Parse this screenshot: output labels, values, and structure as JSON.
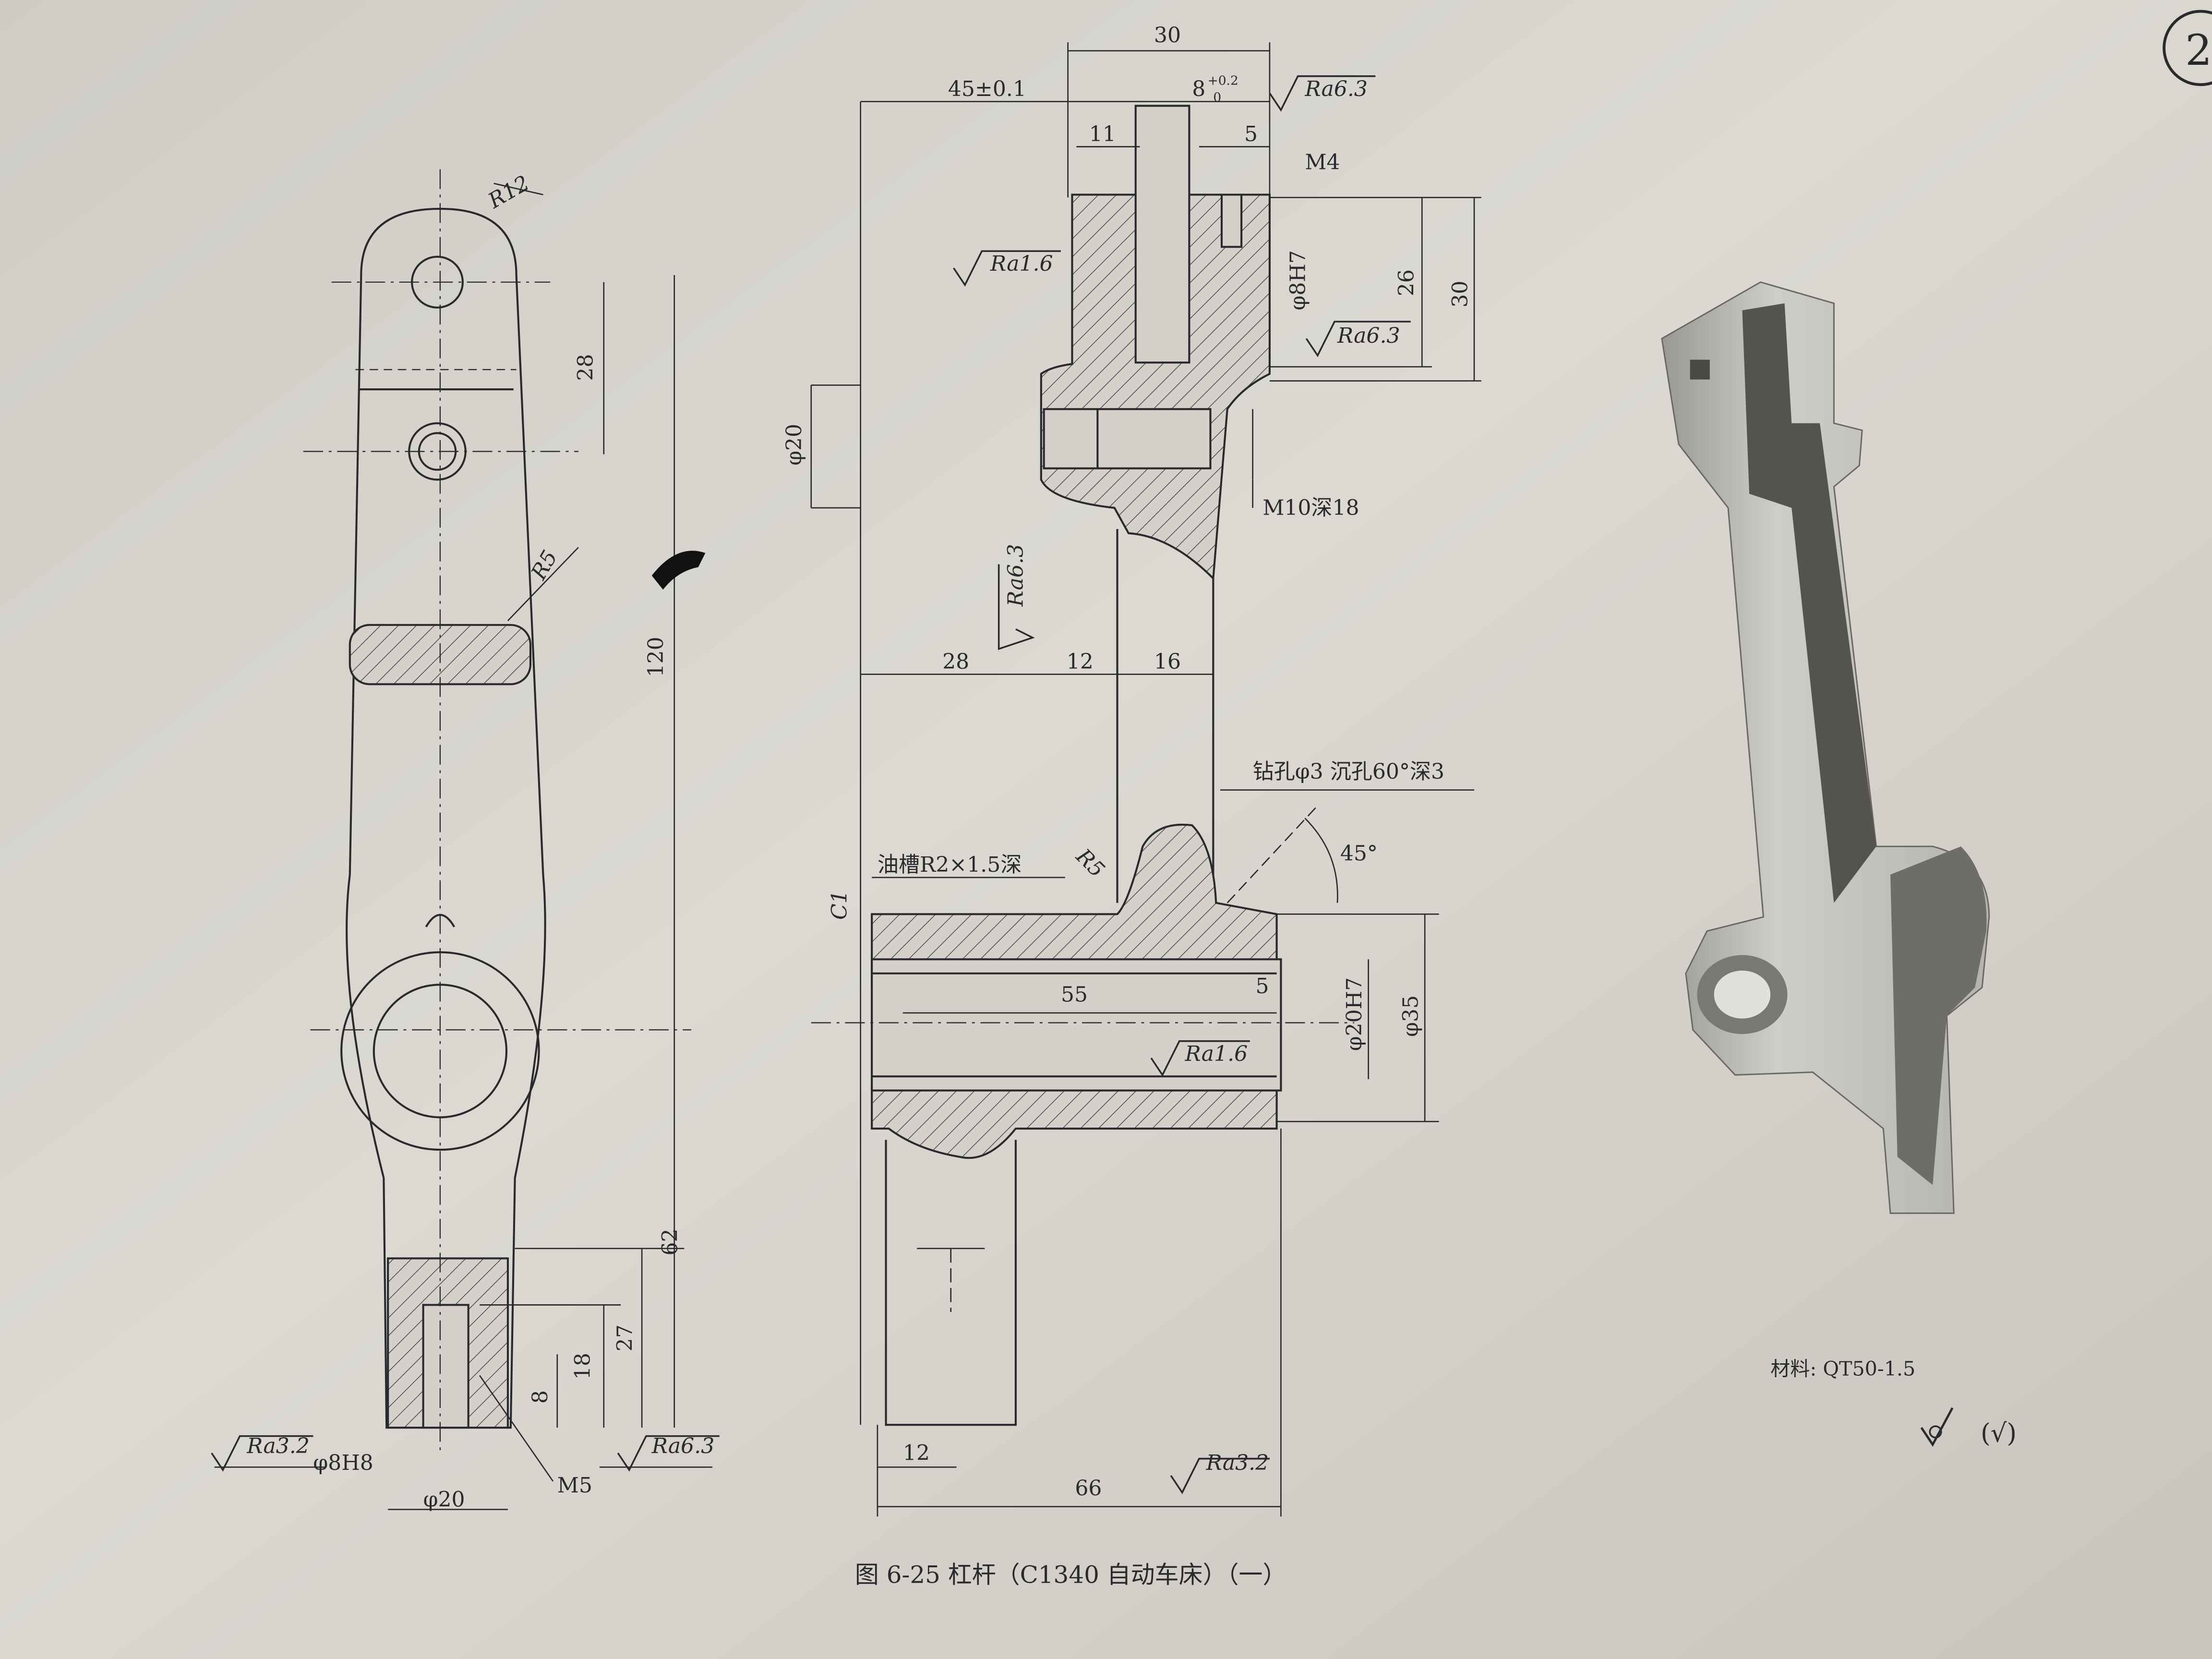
{
  "caption": "图 6-25   杠杆（C1340 自动车床）（一）",
  "page_number_mark": "2",
  "material": "材料: QT50-1.5",
  "surface_default": "(√)",
  "front_view": {
    "radius_top": "R12",
    "radius_slot": "R5",
    "dim_28": "28",
    "dim_120": "120",
    "dim_62": "62",
    "dim_27": "27",
    "dim_18": "18",
    "dim_8": "8",
    "dim_phi20": "φ20",
    "hole_phi8h8": "φ8H8",
    "thread_m5": "M5",
    "ra_left": "Ra3.2",
    "ra_bottom": "Ra6.3"
  },
  "section_view": {
    "dim_30": "30",
    "dim_45": "45±0.1",
    "dim_8tol": "8",
    "dim_8tol_sup": "+0.2",
    "dim_8tol_sub": "0",
    "dim_11": "11",
    "dim_5_top": "5",
    "thread_m4": "M4",
    "ra_top": "Ra6.3",
    "ra_slot": "Ra1.6",
    "hole_phi8h7": "φ8H7",
    "ra_mid": "Ra6.3",
    "dim_26": "26",
    "dim_30_right": "30",
    "dim_phi20": "φ20",
    "thread_m10": "M10深18",
    "ra_web": "Ra6.3",
    "dim_28": "28",
    "dim_12": "12",
    "dim_16": "16",
    "drill_note": "钻孔φ3 沉孔60°深3",
    "angle_45": "45°",
    "groove_note": "油槽R2×1.5深",
    "radius_r5": "R5",
    "chamfer_c1": "C1",
    "dim_55": "55",
    "dim_5_bore": "5",
    "bore_phi20h7": "φ20H7",
    "dim_phi35": "φ35",
    "ra_bore": "Ra1.6",
    "dim_12_bottom": "12",
    "dim_66": "66",
    "ra_bottom": "Ra3.2"
  },
  "colors": {
    "paper": "#d6d3cc",
    "ink": "#2a2a2e",
    "model_light": "#c4c2bd",
    "model_dark": "#55534f"
  }
}
